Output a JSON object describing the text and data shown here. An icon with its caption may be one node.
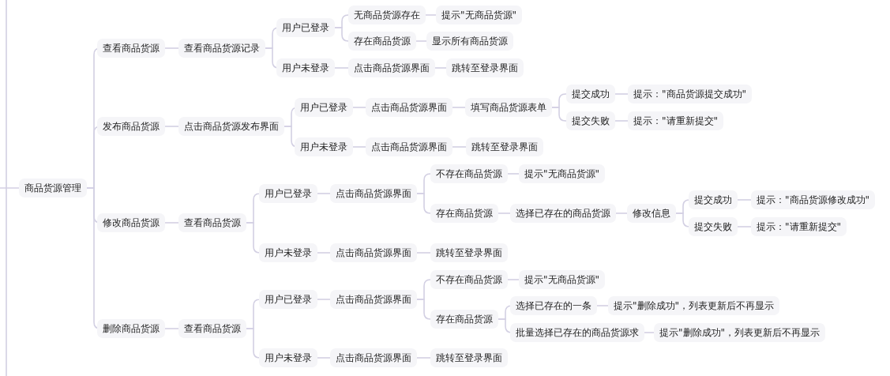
{
  "diagram": {
    "nodes": [
      {
        "text": [
          "商品货源管理"
        ]
      },
      {
        "text": [
          "查看商品货源"
        ]
      },
      {
        "text": [
          "查看商品货源记录"
        ]
      },
      {
        "text": [
          "用户已登录"
        ]
      },
      {
        "text": [
          "无商品货源存在"
        ]
      },
      {
        "text": [
          "提示\"无商品货源\""
        ]
      },
      {
        "text": [
          "存在商品货源"
        ]
      },
      {
        "text": [
          "显示所有商品货源"
        ]
      },
      {
        "text": [
          "用户未登录"
        ]
      },
      {
        "text": [
          "点击商品货源界面"
        ]
      },
      {
        "text": [
          "跳转至登录界面"
        ]
      },
      {
        "text": [
          "发布商品货源"
        ]
      },
      {
        "text": [
          "点击商品货源发布界面"
        ]
      },
      {
        "text": [
          "用户已登录"
        ]
      },
      {
        "text": [
          "点击商品货源界面"
        ]
      },
      {
        "text": [
          "填写商品货源表单"
        ]
      },
      {
        "text": [
          "提交成功"
        ]
      },
      {
        "text": [
          "提示：\"商品货源提交成功\""
        ]
      },
      {
        "text": [
          "提交失败"
        ]
      },
      {
        "text": [
          "提示：\"请重新提交\""
        ]
      },
      {
        "text": [
          "用户未登录"
        ]
      },
      {
        "text": [
          "点击商品货源界面"
        ]
      },
      {
        "text": [
          "跳转至登录界面"
        ]
      },
      {
        "text": [
          "修改商品货源"
        ]
      },
      {
        "text": [
          "查看商品货源"
        ]
      },
      {
        "text": [
          "用户已登录"
        ]
      },
      {
        "text": [
          "点击商品货源界面"
        ]
      },
      {
        "text": [
          "不存在商品货源"
        ]
      },
      {
        "text": [
          "提示\"无商品货源\""
        ]
      },
      {
        "text": [
          "存在商品货源"
        ]
      },
      {
        "text": [
          "选择已存在的商品货源"
        ]
      },
      {
        "text": [
          "修改信息"
        ]
      },
      {
        "text": [
          "提交成功"
        ]
      },
      {
        "text": [
          "提示：\"商品货源修改成功\""
        ]
      },
      {
        "text": [
          "提交失败"
        ]
      },
      {
        "text": [
          "提示：\"请重新提交\""
        ]
      },
      {
        "text": [
          "用户未登录"
        ]
      },
      {
        "text": [
          "点击商品货源界面"
        ]
      },
      {
        "text": [
          "跳转至登录界面"
        ]
      },
      {
        "text": [
          "删除商品货源"
        ]
      },
      {
        "text": [
          "查看商品货源"
        ]
      },
      {
        "text": [
          "用户已登录"
        ]
      },
      {
        "text": [
          "点击商品货源界面"
        ]
      },
      {
        "text": [
          "不存在商品货源"
        ]
      },
      {
        "text": [
          "提示\"无商品货源\""
        ]
      },
      {
        "text": [
          "存在商品货源"
        ]
      },
      {
        "text": [
          "选择已存在的一条"
        ]
      },
      {
        "text": [
          "提示\"删除成功\"，列表更新后不再显示"
        ]
      },
      {
        "text": [
          "批量选择已存在的商品货源求"
        ]
      },
      {
        "text": [
          "提示\"删除成功\"，列表更新后不再显示"
        ]
      },
      {
        "text": [
          "用户未登录"
        ]
      },
      {
        "text": [
          "点击商品货源界面"
        ]
      },
      {
        "text": [
          "跳转至登录界面"
        ]
      }
    ],
    "edges": [
      {
        "from": null,
        "to": 0,
        "arrow": "none"
      },
      {
        "from": 0,
        "to": 1,
        "arrow": "none"
      },
      {
        "from": 1,
        "to": 2,
        "arrow": "none"
      },
      {
        "from": 2,
        "to": 3,
        "arrow": "none"
      },
      {
        "from": 3,
        "to": 4,
        "arrow": "none"
      },
      {
        "from": 4,
        "to": 5,
        "arrow": "none"
      },
      {
        "from": 3,
        "to": 6,
        "arrow": "none"
      },
      {
        "from": 6,
        "to": 7,
        "arrow": "none"
      },
      {
        "from": 2,
        "to": 8,
        "arrow": "none"
      },
      {
        "from": 8,
        "to": 9,
        "arrow": "none"
      },
      {
        "from": 9,
        "to": 10,
        "arrow": "none"
      },
      {
        "from": 0,
        "to": 11,
        "arrow": "none"
      },
      {
        "from": 11,
        "to": 12,
        "arrow": "none"
      },
      {
        "from": 12,
        "to": 13,
        "arrow": "none"
      },
      {
        "from": 13,
        "to": 14,
        "arrow": "none"
      },
      {
        "from": 14,
        "to": 15,
        "arrow": "none"
      },
      {
        "from": 15,
        "to": 16,
        "arrow": "none"
      },
      {
        "from": 16,
        "to": 17,
        "arrow": "none"
      },
      {
        "from": 15,
        "to": 18,
        "arrow": "none"
      },
      {
        "from": 18,
        "to": 19,
        "arrow": "none"
      },
      {
        "from": 12,
        "to": 20,
        "arrow": "none"
      },
      {
        "from": 20,
        "to": 21,
        "arrow": "none"
      },
      {
        "from": 21,
        "to": 22,
        "arrow": "none"
      },
      {
        "from": 0,
        "to": 23,
        "arrow": "none"
      },
      {
        "from": 23,
        "to": 24,
        "arrow": "none"
      },
      {
        "from": 24,
        "to": 25,
        "arrow": "none"
      },
      {
        "from": 25,
        "to": 26,
        "arrow": "none"
      },
      {
        "from": 26,
        "to": 27,
        "arrow": "none"
      },
      {
        "from": 27,
        "to": 28,
        "arrow": "none"
      },
      {
        "from": 26,
        "to": 29,
        "arrow": "none"
      },
      {
        "from": 29,
        "to": 30,
        "arrow": "none"
      },
      {
        "from": 30,
        "to": 31,
        "arrow": "none"
      },
      {
        "from": 31,
        "to": 32,
        "arrow": "none"
      },
      {
        "from": 32,
        "to": 33,
        "arrow": "none"
      },
      {
        "from": 31,
        "to": 34,
        "arrow": "none"
      },
      {
        "from": 34,
        "to": 35,
        "arrow": "none"
      },
      {
        "from": 24,
        "to": 36,
        "arrow": "none"
      },
      {
        "from": 36,
        "to": 37,
        "arrow": "none"
      },
      {
        "from": 37,
        "to": 38,
        "arrow": "none"
      },
      {
        "from": 0,
        "to": 39,
        "arrow": "none"
      },
      {
        "from": 39,
        "to": 40,
        "arrow": "none"
      },
      {
        "from": 40,
        "to": 41,
        "arrow": "none"
      },
      {
        "from": 41,
        "to": 42,
        "arrow": "none"
      },
      {
        "from": 42,
        "to": 43,
        "arrow": "none"
      },
      {
        "from": 43,
        "to": 44,
        "arrow": "none"
      },
      {
        "from": 42,
        "to": 45,
        "arrow": "none"
      },
      {
        "from": 45,
        "to": 46,
        "arrow": "none"
      },
      {
        "from": 46,
        "to": 47,
        "arrow": "none"
      },
      {
        "from": 45,
        "to": 48,
        "arrow": "none"
      },
      {
        "from": 48,
        "to": 49,
        "arrow": "none"
      },
      {
        "from": 40,
        "to": 50,
        "arrow": "none"
      },
      {
        "from": 50,
        "to": 51,
        "arrow": "none"
      },
      {
        "from": 51,
        "to": 52,
        "arrow": "none"
      }
    ]
  }
}
